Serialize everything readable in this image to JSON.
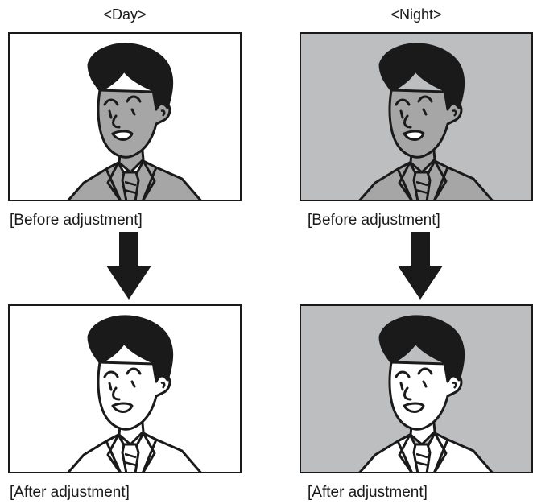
{
  "columns": [
    {
      "title": "<Day>",
      "before_label": "[Before adjustment]",
      "after_label": "[After adjustment]"
    },
    {
      "title": "<Night>",
      "before_label": "[Before adjustment]",
      "after_label": "[After adjustment]"
    }
  ],
  "colors": {
    "day_before_face": "#a6a6a6",
    "day_before_bg": "#ffffff",
    "day_after_face": "#ffffff",
    "day_after_bg": "#ffffff",
    "night_before_face": "#a6a6a6",
    "night_before_bg": "#bcbec0",
    "night_after_face": "#ffffff",
    "night_after_bg": "#bcbec0",
    "hair": "#1a1a1a",
    "arrow": "#1a1a1a"
  }
}
